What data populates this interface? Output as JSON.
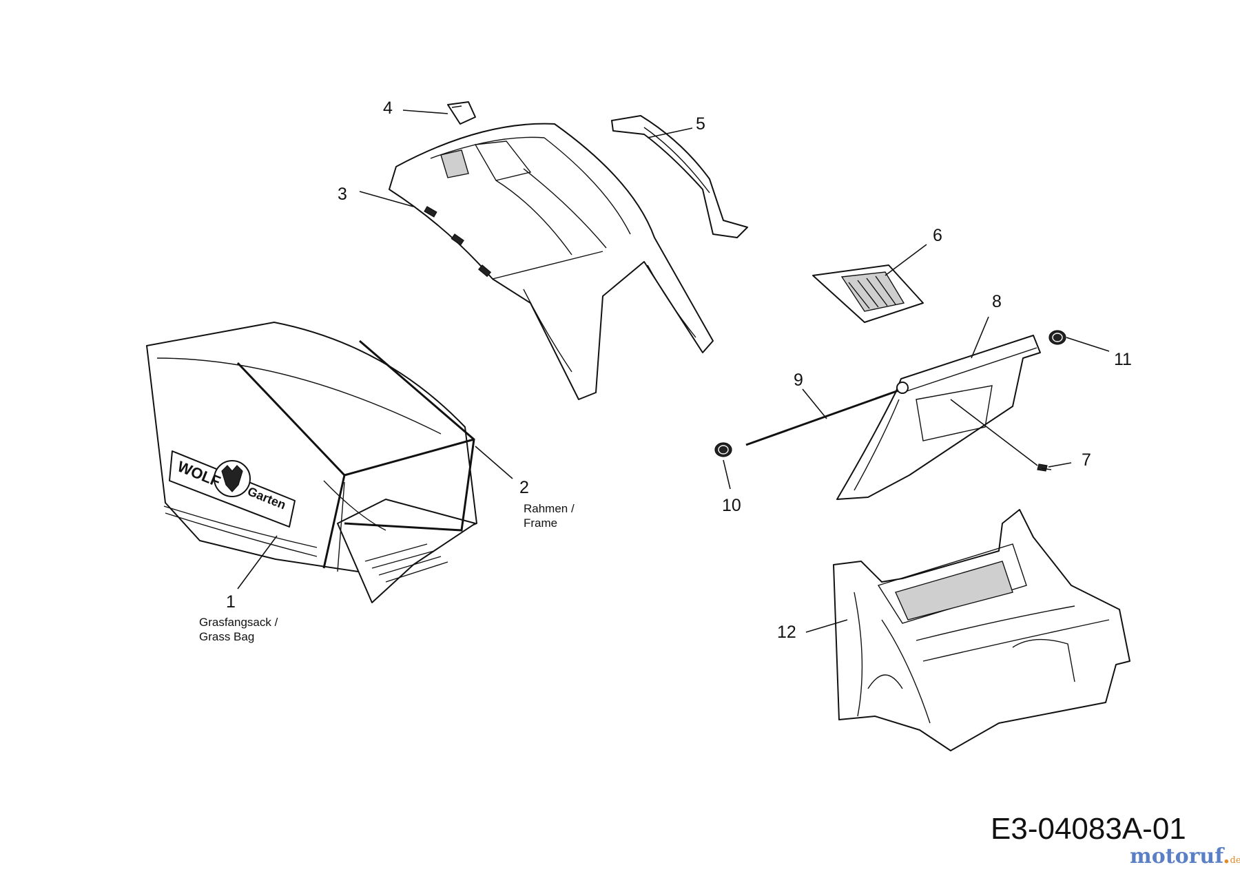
{
  "parts": [
    {
      "number": "1",
      "caption": [
        "Grasfangsack /",
        "Grass Bag"
      ]
    },
    {
      "number": "2",
      "caption": [
        "Rahmen /",
        "Frame"
      ]
    },
    {
      "number": "3"
    },
    {
      "number": "4"
    },
    {
      "number": "5"
    },
    {
      "number": "6"
    },
    {
      "number": "7"
    },
    {
      "number": "8"
    },
    {
      "number": "9"
    },
    {
      "number": "10"
    },
    {
      "number": "11"
    },
    {
      "number": "12"
    }
  ],
  "logo_text": [
    "WOLF",
    "Garten"
  ],
  "drawing_code": "E3-04083A-01",
  "watermark": {
    "name": "motoruf",
    "tld": "de",
    "color": "#5b7fc4",
    "accent": "#e08a2a"
  }
}
